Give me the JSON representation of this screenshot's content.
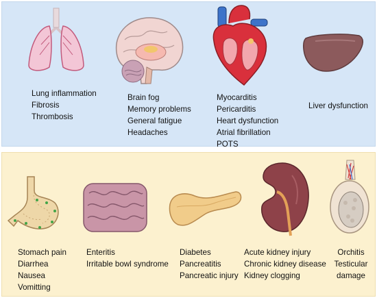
{
  "organs_top": [
    {
      "name": "lungs-icon",
      "symptoms": [
        "Lung inflammation",
        "Fibrosis",
        "Thrombosis"
      ]
    },
    {
      "name": "brain-icon",
      "symptoms": [
        "Brain fog",
        "Memory problems",
        "General fatigue",
        "Headaches"
      ]
    },
    {
      "name": "heart-icon",
      "symptoms": [
        "Myocarditis",
        "Pericarditis",
        "Heart dysfunction",
        "Atrial fibrillation",
        "POTS"
      ]
    },
    {
      "name": "liver-icon",
      "symptoms": [
        "Liver dysfunction"
      ]
    }
  ],
  "organs_bottom": [
    {
      "name": "stomach-icon",
      "symptoms": [
        "Stomach pain",
        "Diarrhea",
        "Nausea",
        "Vomitting"
      ]
    },
    {
      "name": "intestine-icon",
      "symptoms": [
        "Enteritis",
        "Irritable bowl syndrome"
      ]
    },
    {
      "name": "pancreas-icon",
      "symptoms": [
        "Diabetes",
        "Pancreatitis",
        "Pancreatic injury"
      ]
    },
    {
      "name": "kidney-icon",
      "symptoms": [
        "Acute kidney injury",
        "Chronic kidney disease",
        "Kidney clogging"
      ]
    },
    {
      "name": "testis-icon",
      "symptoms": [
        "Orchitis",
        "Testicular",
        "damage"
      ]
    }
  ],
  "colors": {
    "top_panel": "#d6e6f7",
    "bottom_panel": "#fcf1cf",
    "lung": "#f3c6d6",
    "brain": "#f1d5d2",
    "heart": "#d9303c",
    "liver": "#8c5a5c",
    "stomach": "#eed7a8",
    "intestine": "#c995a7",
    "pancreas": "#f1cc8a",
    "kidney": "#8e4249",
    "testis": "#f0e3d3"
  }
}
